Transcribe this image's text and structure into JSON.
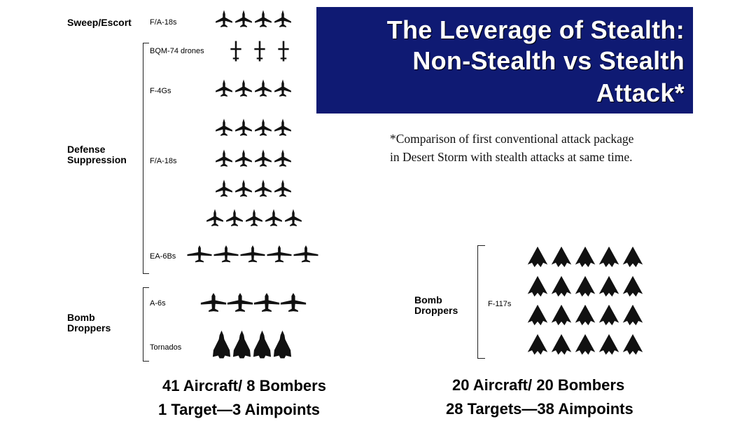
{
  "title": {
    "line1": "The Leverage of Stealth:",
    "line2": "Non-Stealth vs Stealth",
    "line3": "Attack*"
  },
  "footnote": {
    "line1": "*Comparison of first conventional attack package",
    "line2": "in Desert Storm with stealth attacks at same time."
  },
  "non_stealth": {
    "groups": {
      "sweep": "Sweep/Escort",
      "defense_line1": "Defense",
      "defense_line2": "Suppression",
      "bomb_line1": "Bomb",
      "bomb_line2": "Droppers"
    },
    "types": {
      "fa18_sweep": "F/A-18s",
      "bqm74": "BQM-74 drones",
      "f4g": "F-4Gs",
      "fa18_supp": "F/A-18s",
      "ea6b": "EA-6Bs",
      "a6": "A-6s",
      "tornado": "Tornados"
    },
    "counts": {
      "fa18_sweep": 4,
      "bqm74": 3,
      "f4g": 4,
      "fa18_supp": 17,
      "ea6b": 5,
      "a6": 4,
      "tornado": 4
    },
    "summary_line1": "41 Aircraft/ 8 Bombers",
    "summary_line2": "1 Target—3 Aimpoints"
  },
  "stealth": {
    "group_line1": "Bomb",
    "group_line2": "Droppers",
    "type": "F-117s",
    "count": 20,
    "summary_line1": "20 Aircraft/ 20 Bombers",
    "summary_line2": "28 Targets—38 Aimpoints"
  },
  "colors": {
    "title_bg": "#0f1a73",
    "title_text": "#ffffff",
    "icon": "#111111"
  }
}
